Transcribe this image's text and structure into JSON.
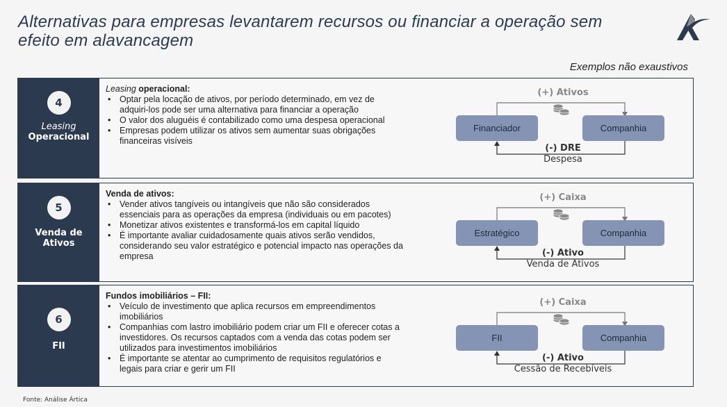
{
  "title": "Alternativas para empresas levantarem recursos ou financiar a operação sem efeito em alavancagem",
  "subtitle": "Exemplos não exaustivos",
  "sections": [
    {
      "number": "4",
      "label_italic": "Leasing",
      "label_bold": "Operacional",
      "heading_italic": "Leasing",
      "heading_bold": " operacional:",
      "bullets": [
        "Optar pela locação de ativos, por período determinado, em vez de adquiri-los pode ser uma alternativa para financiar a operação",
        "O valor dos aluguéis é contabilizado como uma despesa operacional",
        "Empresas podem utilizar os ativos sem aumentar suas obrigações financeiras visíveis"
      ],
      "diagram": {
        "left": "Financiador",
        "right": "Companhia",
        "top": "(+) Ativos",
        "bottom": "(-) DRE",
        "bottom_sub": "Despesa"
      }
    },
    {
      "number": "5",
      "label_italic": "",
      "label_bold": "Venda de Ativos",
      "heading_italic": "",
      "heading_bold": "Venda de ativos:",
      "bullets": [
        "Vender ativos tangíveis ou intangíveis que não são considerados essenciais para as operações da empresa (individuais ou em pacotes)",
        "Monetizar ativos existentes e transformá-los em capital líquido",
        "É importante avaliar cuidadosamente quais ativos serão vendidos, considerando seu valor estratégico e potencial impacto nas operações da empresa"
      ],
      "diagram": {
        "left": "Estratégico",
        "right": "Companhia",
        "top": "(+) Caixa",
        "bottom": "(-) Ativo",
        "bottom_sub": "Venda de Ativos"
      }
    },
    {
      "number": "6",
      "label_italic": "",
      "label_bold": "FII",
      "heading_italic": "",
      "heading_bold": "Fundos imobiliários – FII:",
      "bullets": [
        "Veículo de investimento que aplica recursos em empreendimentos imobiliários",
        "Companhias com lastro imobiliário podem criar um FII e oferecer cotas a investidores. Os recursos captados com a venda das cotas podem ser utilizados para investimentos imobiliários",
        "É importante se atentar ao cumprimento de requisitos regulatórios e legais para criar e gerir um FII"
      ],
      "diagram": {
        "left": "FII",
        "right": "Companhia",
        "top": "(+) Caixa",
        "bottom": "(-) Ativo",
        "bottom_sub": "Cessão de Recebíveis"
      }
    }
  ],
  "source": "Fonte: Análise Ártica",
  "colors": {
    "navy": "#2c3a50",
    "box": "#8594b4"
  }
}
